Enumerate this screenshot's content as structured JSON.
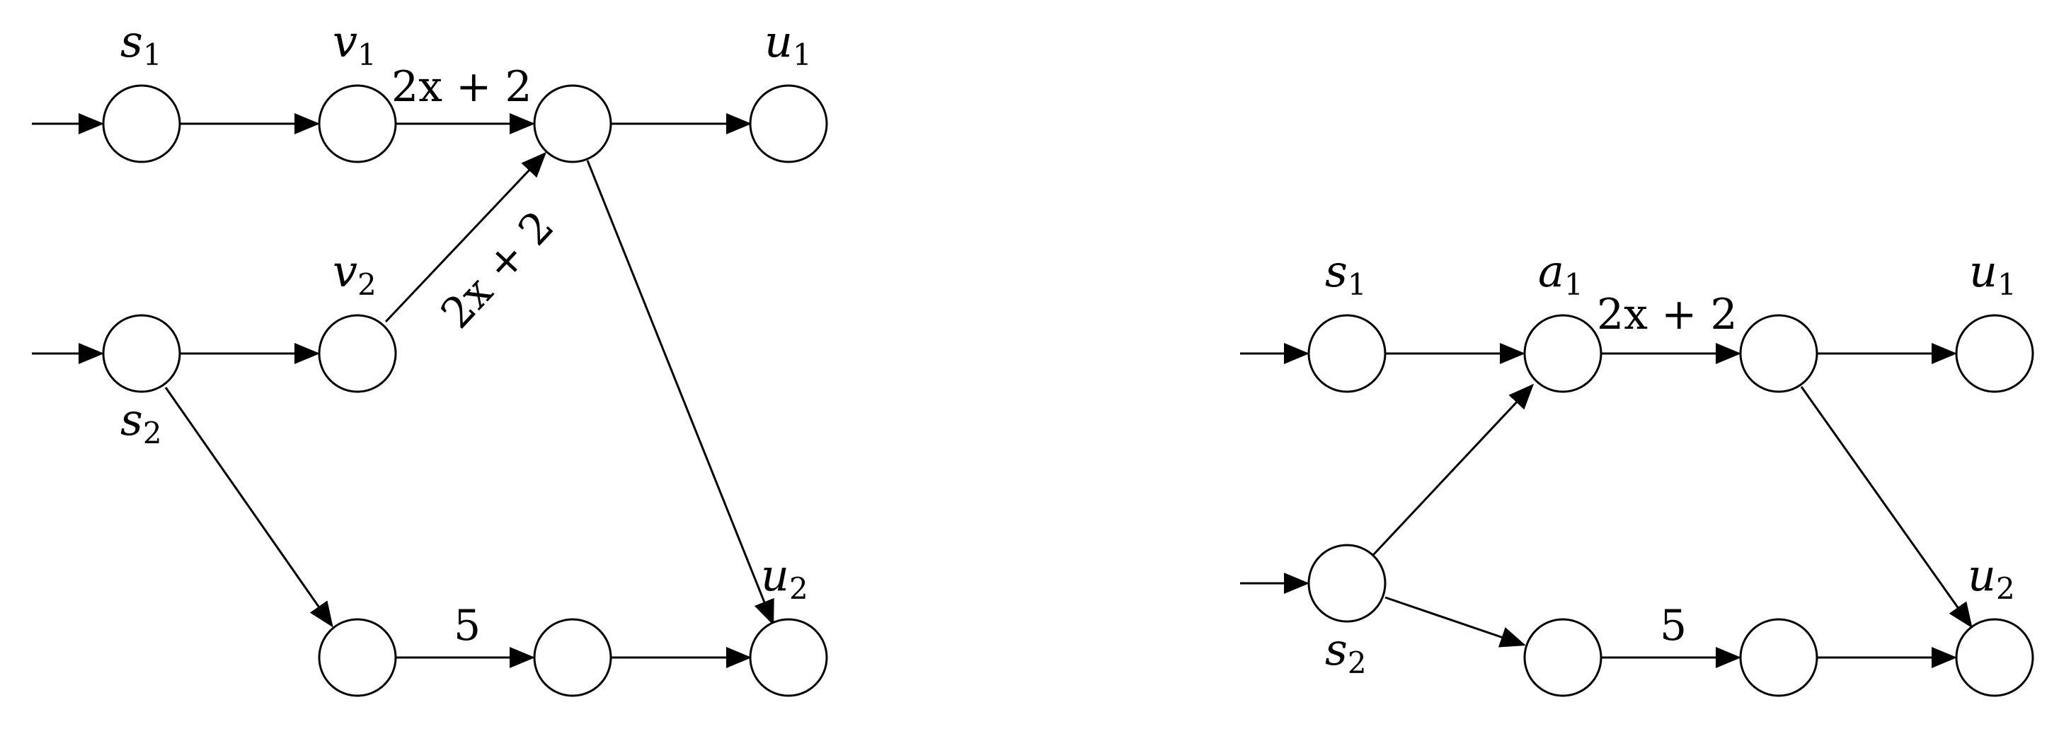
{
  "diagrams": [
    {
      "name": "left-network",
      "node_labels": [
        {
          "id": "s1",
          "base": "s",
          "sub": "1"
        },
        {
          "id": "v1",
          "base": "v",
          "sub": "1"
        },
        {
          "id": "u1",
          "base": "u",
          "sub": "1"
        },
        {
          "id": "v2",
          "base": "v",
          "sub": "2"
        },
        {
          "id": "s2",
          "base": "s",
          "sub": "2"
        },
        {
          "id": "u2",
          "base": "u",
          "sub": "2"
        }
      ],
      "edge_labels": [
        {
          "id": "top-weight",
          "text": "2x + 2"
        },
        {
          "id": "diag-weight",
          "text": "2x + 2"
        },
        {
          "id": "bottom-weight",
          "text": "5"
        }
      ]
    },
    {
      "name": "right-network",
      "node_labels": [
        {
          "id": "s1",
          "base": "s",
          "sub": "1"
        },
        {
          "id": "a1",
          "base": "a",
          "sub": "1"
        },
        {
          "id": "u1",
          "base": "u",
          "sub": "1"
        },
        {
          "id": "s2",
          "base": "s",
          "sub": "2"
        },
        {
          "id": "u2",
          "base": "u",
          "sub": "2"
        }
      ],
      "edge_labels": [
        {
          "id": "top-weight",
          "text": "2x + 2"
        },
        {
          "id": "bottom-weight",
          "text": "5"
        }
      ]
    }
  ]
}
